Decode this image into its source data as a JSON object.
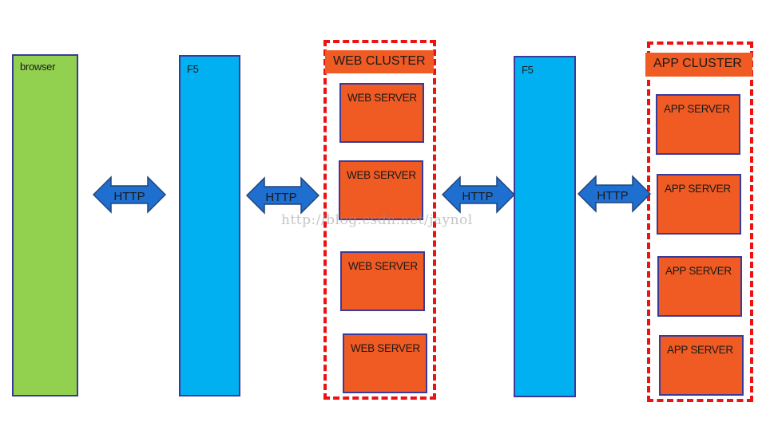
{
  "browser": {
    "label": "browser",
    "color": "#92d050"
  },
  "f5_left": {
    "label": "F5",
    "color": "#00b0f0"
  },
  "f5_right": {
    "label": "F5",
    "color": "#00b0f0"
  },
  "web_cluster": {
    "title": "WEB CLUSTER",
    "servers": [
      "WEB SERVER",
      "WEB SERVER",
      "WEB SERVER",
      "WEB SERVER"
    ]
  },
  "app_cluster": {
    "title": "APP CLUSTER",
    "servers": [
      "APP SERVER",
      "APP SERVER",
      "APP SERVER",
      "APP SERVER"
    ]
  },
  "arrows": [
    {
      "label": "HTTP"
    },
    {
      "label": "HTTP"
    },
    {
      "label": "HTTP"
    },
    {
      "label": "HTTP"
    }
  ],
  "watermark": "http://blog.csdn.net/jaynol",
  "colors": {
    "server": "#f05a23",
    "cluster_border": "#ee1111",
    "arrow": "#1f6fd0",
    "box_border": "#3a3a9a"
  }
}
